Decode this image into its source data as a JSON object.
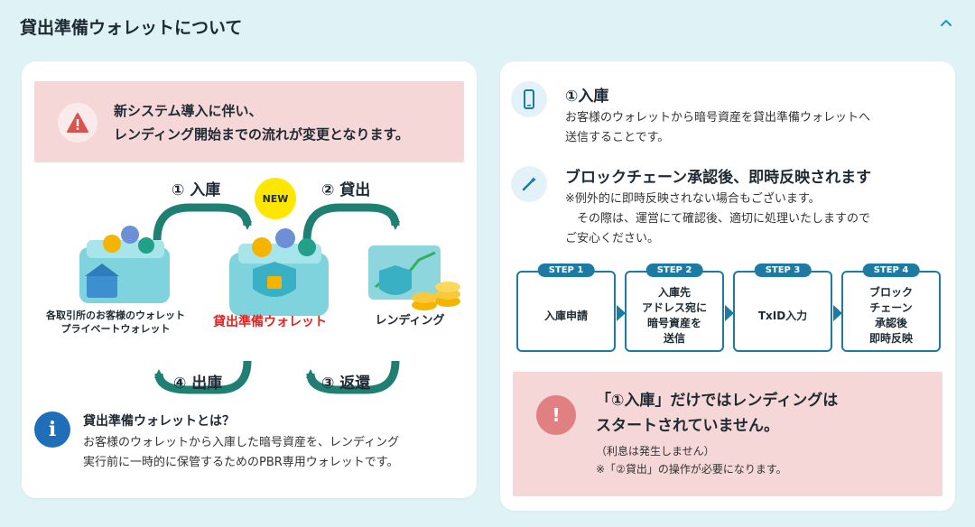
{
  "header": {
    "title": "貸出準備ウォレットについて"
  },
  "left": {
    "warning_line1": "新システム導入に伴い、",
    "warning_line2": "レンディング開始までの流れが変更となります。",
    "diagram": {
      "step1": "① 入庫",
      "step2": "② 貸出",
      "step3": "③ 返還",
      "step4": "④ 出庫",
      "new_badge": "NEW",
      "left_wallet_line1": "各取引所のお客様のウォレット",
      "left_wallet_line2": "プライベートウォレット",
      "center_wallet": "貸出準備ウォレット",
      "right_label": "レンディング"
    },
    "info": {
      "icon": "i",
      "title": "貸出準備ウォレットとは？",
      "body_line1": "お客様のウォレットから入庫した暗号資産を、レンディング",
      "body_line2": "実行前に一時的に保管するためのPBR専用ウォレットです。"
    }
  },
  "right": {
    "section1": {
      "title": "①入庫",
      "body_line1": "お客様のウォレットから暗号資産を貸出準備ウォレットへ",
      "body_line2": "送信することです。"
    },
    "section2": {
      "title": "ブロックチェーン承認後、即時反映されます",
      "body_line1": "※例外的に即時反映されない場合もございます。",
      "body_line2": "　その際は、運営にて確認後、適切に処理いたしますので",
      "body_line3": "ご安心ください。"
    },
    "steps": [
      {
        "badge": "STEP 1",
        "text": "入庫申請"
      },
      {
        "badge": "STEP 2",
        "text": "入庫先\nアドレス宛に\n暗号資産を\n送信"
      },
      {
        "badge": "STEP 3",
        "text": "TxID入力"
      },
      {
        "badge": "STEP 4",
        "text": "ブロック\nチェーン\n承認後\n即時反映"
      }
    ],
    "note": {
      "icon": "!",
      "title_line1": "「①入庫」だけではレンディングは",
      "title_line2": "スタートされていません。",
      "sub_line1": "（利息は発生しません）",
      "sub_line2": "※「②貸出」の操作が必要になります。"
    }
  },
  "colors": {
    "background": "#dff2f6",
    "accent_teal": "#1f7f73",
    "step_blue": "#1d7aa3",
    "warning_pink": "#f6d7d7",
    "red_text": "#e02424",
    "new_yellow": "#ffe600"
  },
  "icons": {
    "collapse": "chevron-up-icon",
    "warning": "warning-triangle-icon",
    "info": "info-icon",
    "phone": "smartphone-icon",
    "magic": "magic-wand-icon",
    "alert": "exclamation-icon"
  }
}
